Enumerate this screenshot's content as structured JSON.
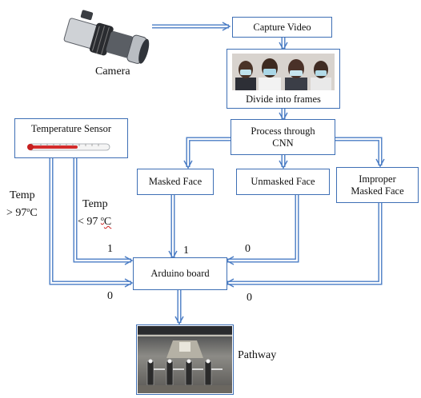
{
  "nodes": {
    "capture_video": "Capture Video",
    "divide_frames": "Divide into frames",
    "process_cnn_line1": "Process through",
    "process_cnn_line2": "CNN",
    "masked": "Masked Face",
    "unmasked": "Unmasked Face",
    "improper_line1": "Improper",
    "improper_line2": "Masked Face",
    "temperature_sensor": "Temperature Sensor",
    "arduino": "Arduino board",
    "camera": "Camera",
    "pathway": "Pathway"
  },
  "labels": {
    "temp_high_word": "Temp",
    "temp_high_prefix": "> 97",
    "temp_high_deg": "o",
    "temp_high_unit": "C",
    "temp_low_word": "Temp",
    "temp_low_prefix": "< 97 ",
    "temp_low_deg": "o",
    "temp_low_unit": "C",
    "signal_low_temp": "1",
    "signal_masked": "1",
    "signal_unmasked": "0",
    "signal_high_temp": "0",
    "signal_improper": "0"
  },
  "colors": {
    "box_border": "#3e6fb5",
    "arrow": "#4a7cc4"
  }
}
